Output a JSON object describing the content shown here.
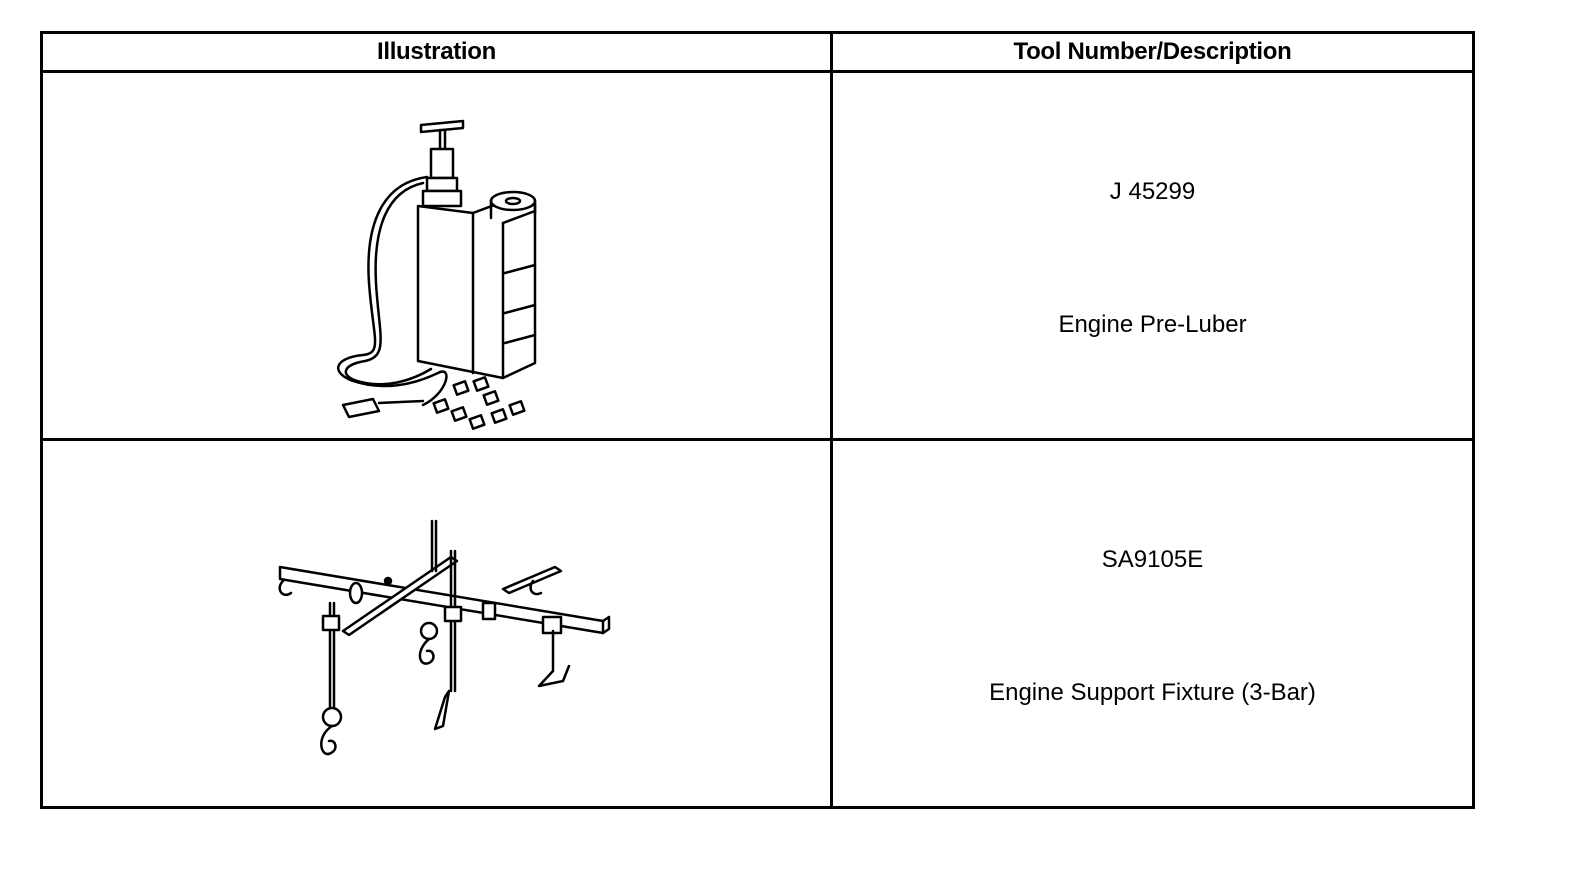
{
  "table": {
    "headers": {
      "illustration": "Illustration",
      "tool": "Tool Number/Description"
    },
    "rows": [
      {
        "illustration_icon": "engine-pre-luber-drawing",
        "tool_number": "J 45299",
        "description": "Engine Pre-Luber"
      },
      {
        "illustration_icon": "engine-support-fixture-drawing",
        "tool_number": "SA9105E",
        "description": "Engine Support Fixture (3-Bar)"
      }
    ]
  }
}
